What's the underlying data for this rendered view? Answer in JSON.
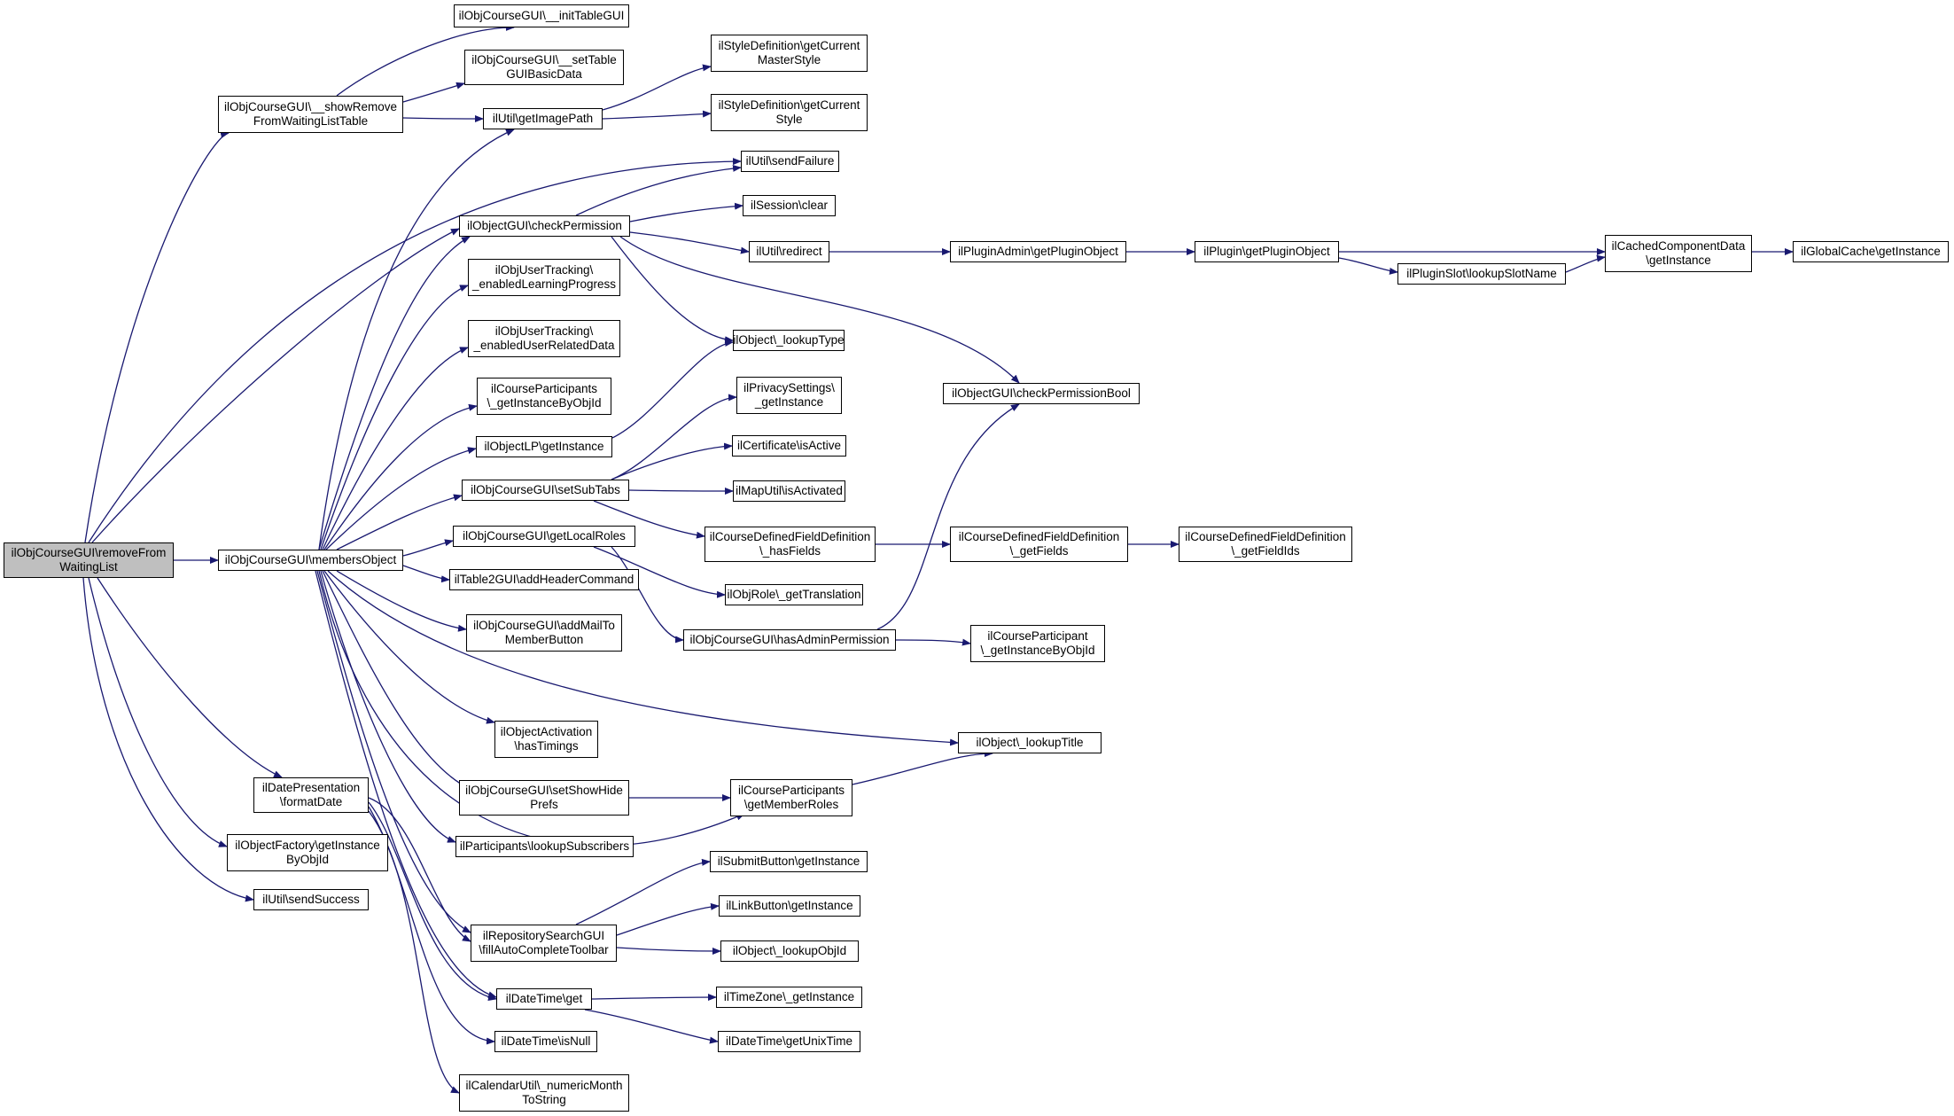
{
  "colors": {
    "edge": "#191970",
    "node_border": "#000000",
    "node_fill": "#ffffff",
    "root_fill": "#bfbfbf"
  },
  "nodes": [
    {
      "id": "root",
      "label": "ilObjCourseGUI\\removeFrom\nWaitingList",
      "root": true
    },
    {
      "id": "showRemove",
      "label": "ilObjCourseGUI\\__showRemove\nFromWaitingListTable"
    },
    {
      "id": "membersObject",
      "label": "ilObjCourseGUI\\membersObject"
    },
    {
      "id": "formatDate",
      "label": "ilDatePresentation\n\\formatDate"
    },
    {
      "id": "objFactory",
      "label": "ilObjectFactory\\getInstance\nByObjId"
    },
    {
      "id": "sendSuccess",
      "label": "ilUtil\\sendSuccess"
    },
    {
      "id": "initTableGUI",
      "label": "ilObjCourseGUI\\__initTableGUI"
    },
    {
      "id": "setTableGUI",
      "label": "ilObjCourseGUI\\__setTable\nGUIBasicData"
    },
    {
      "id": "getImagePath",
      "label": "ilUtil\\getImagePath"
    },
    {
      "id": "checkPermission",
      "label": "ilObjectGUI\\checkPermission"
    },
    {
      "id": "enabledLP",
      "label": "ilObjUserTracking\\\n_enabledLearningProgress"
    },
    {
      "id": "enabledURD",
      "label": "ilObjUserTracking\\\n_enabledUserRelatedData"
    },
    {
      "id": "cpGetInstanceByObjId",
      "label": "ilCourseParticipants\n\\_getInstanceByObjId"
    },
    {
      "id": "objectLP",
      "label": "ilObjectLP\\getInstance"
    },
    {
      "id": "setSubTabs",
      "label": "ilObjCourseGUI\\setSubTabs"
    },
    {
      "id": "getLocalRoles",
      "label": "ilObjCourseGUI\\getLocalRoles"
    },
    {
      "id": "addHeaderCommand",
      "label": "ilTable2GUI\\addHeaderCommand"
    },
    {
      "id": "addMailTo",
      "label": "ilObjCourseGUI\\addMailTo\nMemberButton"
    },
    {
      "id": "hasTimings",
      "label": "ilObjectActivation\n\\hasTimings"
    },
    {
      "id": "setShowHide",
      "label": "ilObjCourseGUI\\setShowHide\nPrefs"
    },
    {
      "id": "lookupSubscribers",
      "label": "ilParticipants\\lookupSubscribers"
    },
    {
      "id": "repoSearch",
      "label": "ilRepositorySearchGUI\n\\fillAutoCompleteToolbar"
    },
    {
      "id": "dtGet",
      "label": "ilDateTime\\get"
    },
    {
      "id": "dtIsNull",
      "label": "ilDateTime\\isNull"
    },
    {
      "id": "calUtil",
      "label": "ilCalendarUtil\\_numericMonth\nToString"
    },
    {
      "id": "styleMaster",
      "label": "ilStyleDefinition\\getCurrent\nMasterStyle"
    },
    {
      "id": "styleCurrent",
      "label": "ilStyleDefinition\\getCurrent\nStyle"
    },
    {
      "id": "sendFailure",
      "label": "ilUtil\\sendFailure"
    },
    {
      "id": "sessionClear",
      "label": "ilSession\\clear"
    },
    {
      "id": "redirect",
      "label": "ilUtil\\redirect"
    },
    {
      "id": "lookupType",
      "label": "ilObject\\_lookupType"
    },
    {
      "id": "privacy",
      "label": "ilPrivacySettings\\\n_getInstance"
    },
    {
      "id": "certificate",
      "label": "ilCertificate\\isActive"
    },
    {
      "id": "mapUtil",
      "label": "ilMapUtil\\isActivated"
    },
    {
      "id": "hasFields",
      "label": "ilCourseDefinedFieldDefinition\n\\_hasFields"
    },
    {
      "id": "objRoleTrans",
      "label": "ilObjRole\\_getTranslation"
    },
    {
      "id": "hasAdminPerm",
      "label": "ilObjCourseGUI\\hasAdminPermission"
    },
    {
      "id": "lookupTitle",
      "label": "ilObject\\_lookupTitle"
    },
    {
      "id": "getMemberRoles",
      "label": "ilCourseParticipants\n\\getMemberRoles"
    },
    {
      "id": "submitButton",
      "label": "ilSubmitButton\\getInstance"
    },
    {
      "id": "linkButton",
      "label": "ilLinkButton\\getInstance"
    },
    {
      "id": "lookupObjId",
      "label": "ilObject\\_lookupObjId"
    },
    {
      "id": "tzGetInstance",
      "label": "ilTimeZone\\_getInstance"
    },
    {
      "id": "getUnixTime",
      "label": "ilDateTime\\getUnixTime"
    },
    {
      "id": "pluginAdmin",
      "label": "ilPluginAdmin\\getPluginObject"
    },
    {
      "id": "checkPermBool",
      "label": "ilObjectGUI\\checkPermissionBool"
    },
    {
      "id": "getFields",
      "label": "ilCourseDefinedFieldDefinition\n\\_getFields"
    },
    {
      "id": "cpartGetInstance",
      "label": "ilCourseParticipant\n\\_getInstanceByObjId"
    },
    {
      "id": "pluginGet",
      "label": "ilPlugin\\getPluginObject"
    },
    {
      "id": "slotName",
      "label": "ilPluginSlot\\lookupSlotName"
    },
    {
      "id": "getFieldIds",
      "label": "ilCourseDefinedFieldDefinition\n\\_getFieldIds"
    },
    {
      "id": "cachedComp",
      "label": "ilCachedComponentData\n\\getInstance"
    },
    {
      "id": "globalCache",
      "label": "ilGlobalCache\\getInstance"
    }
  ]
}
